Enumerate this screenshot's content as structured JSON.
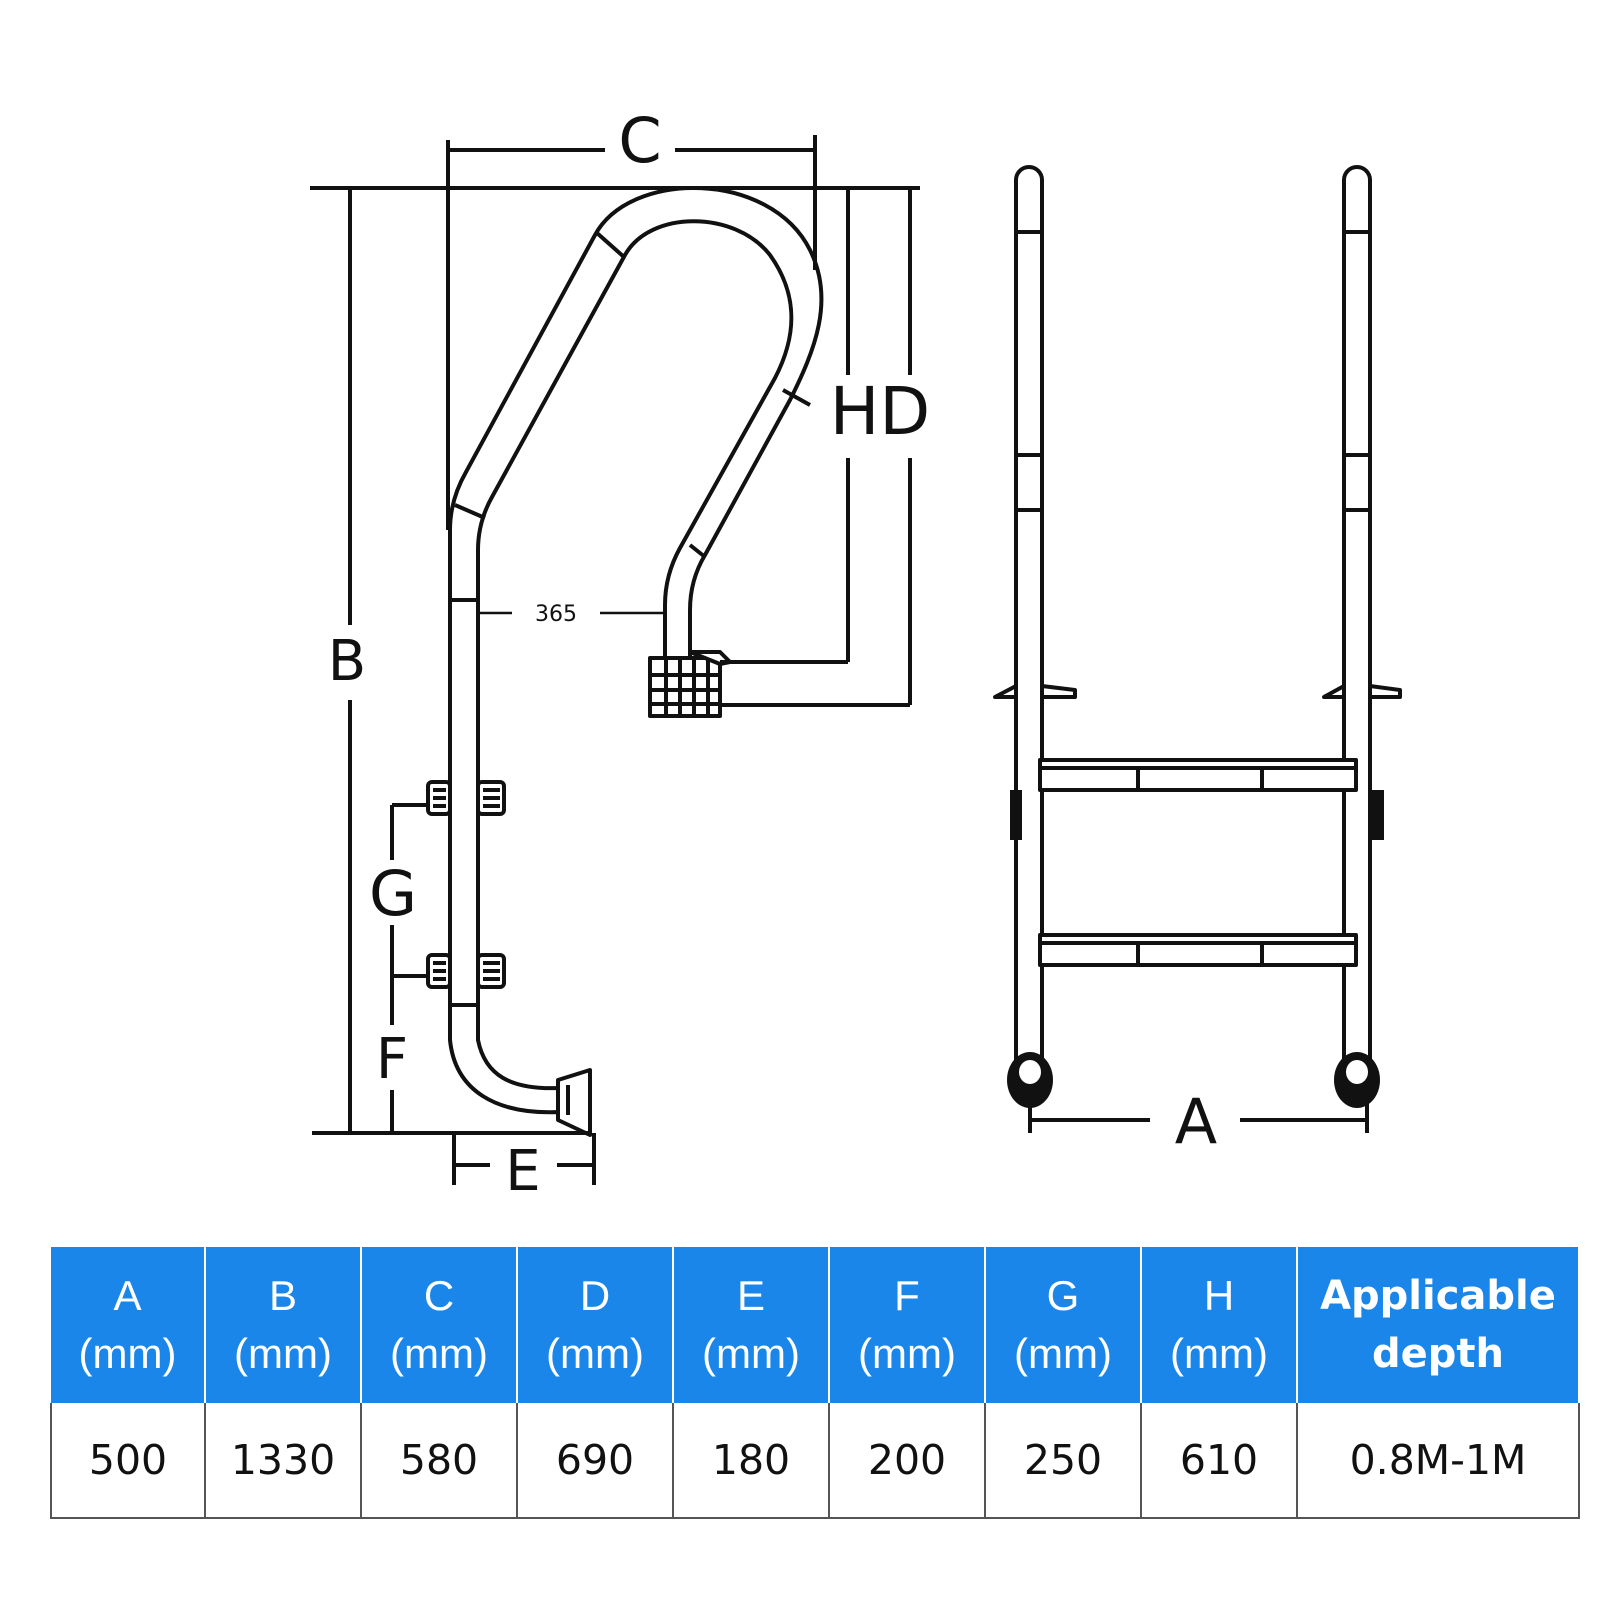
{
  "diagram": {
    "labels": {
      "a": "A",
      "b": "B",
      "c": "C",
      "hd": "HD",
      "e": "E",
      "f": "F",
      "g": "G",
      "offset": "365"
    }
  },
  "table": {
    "headers": [
      {
        "letter": "A",
        "unit": "(mm)"
      },
      {
        "letter": "B",
        "unit": "(mm)"
      },
      {
        "letter": "C",
        "unit": "(mm)"
      },
      {
        "letter": "D",
        "unit": "(mm)"
      },
      {
        "letter": "E",
        "unit": "(mm)"
      },
      {
        "letter": "F",
        "unit": "(mm)"
      },
      {
        "letter": "G",
        "unit": "(mm)"
      },
      {
        "letter": "H",
        "unit": "(mm)"
      },
      {
        "letter": "Applicable",
        "unit": "depth"
      }
    ],
    "values": [
      "500",
      "1330",
      "580",
      "690",
      "180",
      "200",
      "250",
      "610",
      "0.8M-1M"
    ],
    "header_color": "#1b86ea"
  }
}
